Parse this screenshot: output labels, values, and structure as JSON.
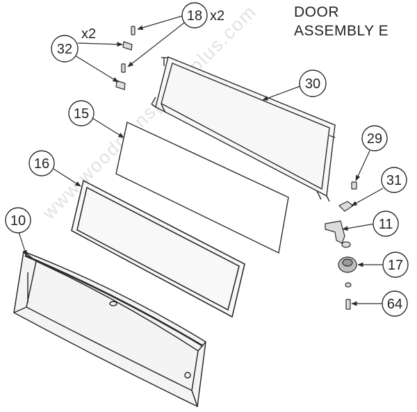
{
  "title": {
    "line1": "DOOR",
    "line2": "ASSEMBLY E"
  },
  "watermark": "www.woodmansparts plus.com",
  "callouts": [
    {
      "id": "c18",
      "label": "18",
      "multiplier": "x2"
    },
    {
      "id": "c32",
      "label": "32",
      "multiplier": "x2"
    },
    {
      "id": "c30",
      "label": "30"
    },
    {
      "id": "c15",
      "label": "15"
    },
    {
      "id": "c16",
      "label": "16"
    },
    {
      "id": "c10",
      "label": "10"
    },
    {
      "id": "c29",
      "label": "29"
    },
    {
      "id": "c31",
      "label": "31"
    },
    {
      "id": "c11",
      "label": "11"
    },
    {
      "id": "c17",
      "label": "17"
    },
    {
      "id": "c64",
      "label": "64"
    }
  ],
  "colors": {
    "line": "#2a2a2a",
    "circle_fill": "#ffffff",
    "part_fill": "#f4f4f4",
    "watermark": "#e2e2e2"
  }
}
